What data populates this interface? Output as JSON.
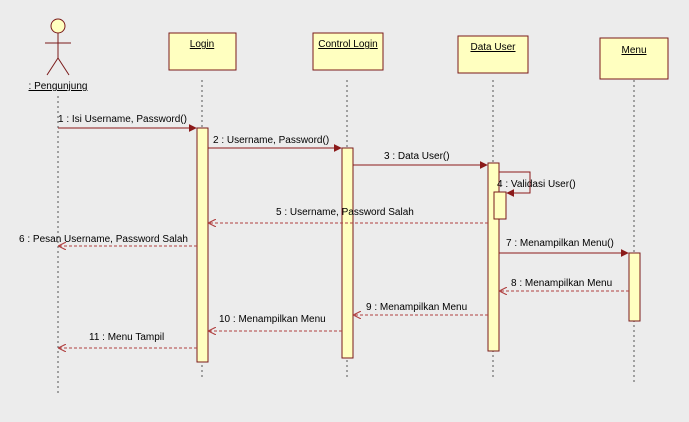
{
  "diagram": {
    "type": "sequence",
    "actor": {
      "name": ": Pengunjung"
    },
    "objects": [
      {
        "id": "login",
        "name": "Login"
      },
      {
        "id": "control",
        "name": "Control Login"
      },
      {
        "id": "datauser",
        "name": "Data User"
      },
      {
        "id": "menu",
        "name": "Menu"
      }
    ],
    "messages": [
      {
        "label": "1 : Isi Username, Password()",
        "kind": "sync",
        "from": "actor",
        "to": "login"
      },
      {
        "label": "2 : Username, Password()",
        "kind": "sync",
        "from": "login",
        "to": "control"
      },
      {
        "label": "3 : Data User()",
        "kind": "sync",
        "from": "control",
        "to": "datauser"
      },
      {
        "label": "4 : Validasi User()",
        "kind": "self",
        "from": "datauser",
        "to": "datauser"
      },
      {
        "label": "5 : Username, Password Salah",
        "kind": "return",
        "from": "datauser",
        "to": "login"
      },
      {
        "label": "6 : Pesan Username, Password Salah",
        "kind": "return",
        "from": "login",
        "to": "actor"
      },
      {
        "label": "7 : Menampilkan Menu()",
        "kind": "sync",
        "from": "datauser",
        "to": "menu"
      },
      {
        "label": "8 : Menampilkan Menu",
        "kind": "return",
        "from": "menu",
        "to": "datauser"
      },
      {
        "label": "9 : Menampilkan Menu",
        "kind": "return",
        "from": "datauser",
        "to": "control"
      },
      {
        "label": "10 : Menampilkan Menu",
        "kind": "return",
        "from": "control",
        "to": "login"
      },
      {
        "label": "11 : Menu Tampil",
        "kind": "return",
        "from": "login",
        "to": "actor"
      }
    ]
  }
}
